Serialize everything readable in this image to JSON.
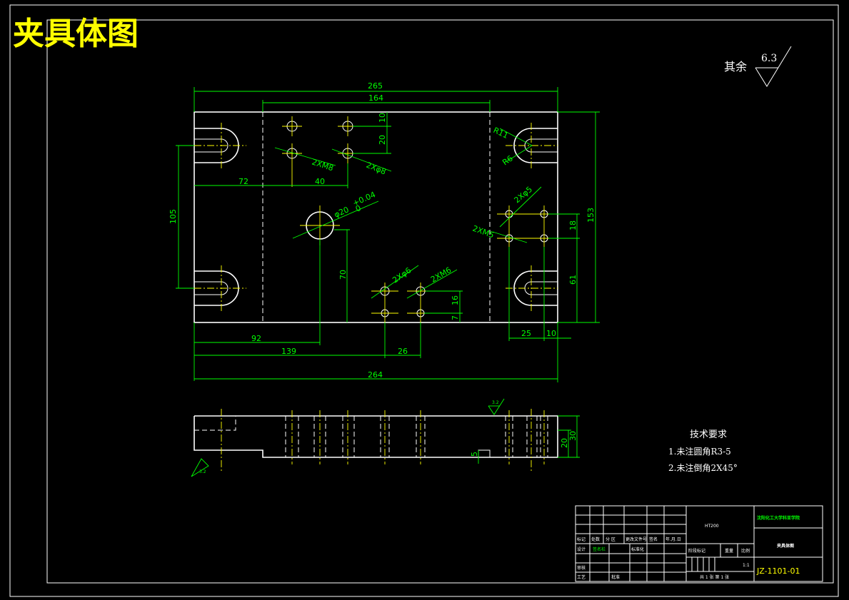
{
  "title": "夹具体图",
  "roughness": {
    "label": "其余",
    "value": "6.3"
  },
  "tech_requirements": {
    "heading": "技术要求",
    "items": [
      "1.未注圆角R3-5",
      "2.未注倒角2X45°"
    ]
  },
  "dimensions": {
    "overall_top": "265",
    "top_inner": "164",
    "height_right": "153",
    "left_slot_spacing": "105",
    "d72": "72",
    "d40": "40",
    "d10": "10",
    "d20": "20",
    "d70": "70",
    "d92": "92",
    "d139": "139",
    "d26": "26",
    "d264": "264",
    "d16": "16",
    "d7": "7",
    "d18": "18",
    "d61": "61",
    "d25": "25",
    "d10b": "10",
    "side_30": "30",
    "side_20": "20",
    "side_5": "5"
  },
  "callouts": {
    "m8": "2XM8",
    "phi8": "2Xφ8",
    "phi20": "φ20",
    "phi20_tol_upper": "+0.04",
    "phi20_tol_lower": "0",
    "r11": "R11",
    "r6": "R6",
    "phi5": "2Xφ5",
    "m5": "2XM5",
    "phi6": "2Xφ6",
    "m6": "2XM6"
  },
  "side_roughness": {
    "top": "3.2",
    "bottom": "3.2"
  },
  "title_block": {
    "material": "HT200",
    "school": "沈阳化工大学科亚学院",
    "drawing_name": "夹具体图",
    "drawing_no": "JZ-1101-01",
    "scale": "1:1",
    "sheet_info": "共 1 张   第 1 张",
    "row_labels": [
      "标记",
      "处数",
      "分 区",
      "更改文件号",
      "签名",
      "年.月.日"
    ],
    "design": "设计",
    "designer": "签名栏",
    "standard": "标准化",
    "review": "审核",
    "process": "工艺",
    "approve": "批准",
    "stage": "阶段标记",
    "weight": "重量",
    "ratio": "比例"
  }
}
